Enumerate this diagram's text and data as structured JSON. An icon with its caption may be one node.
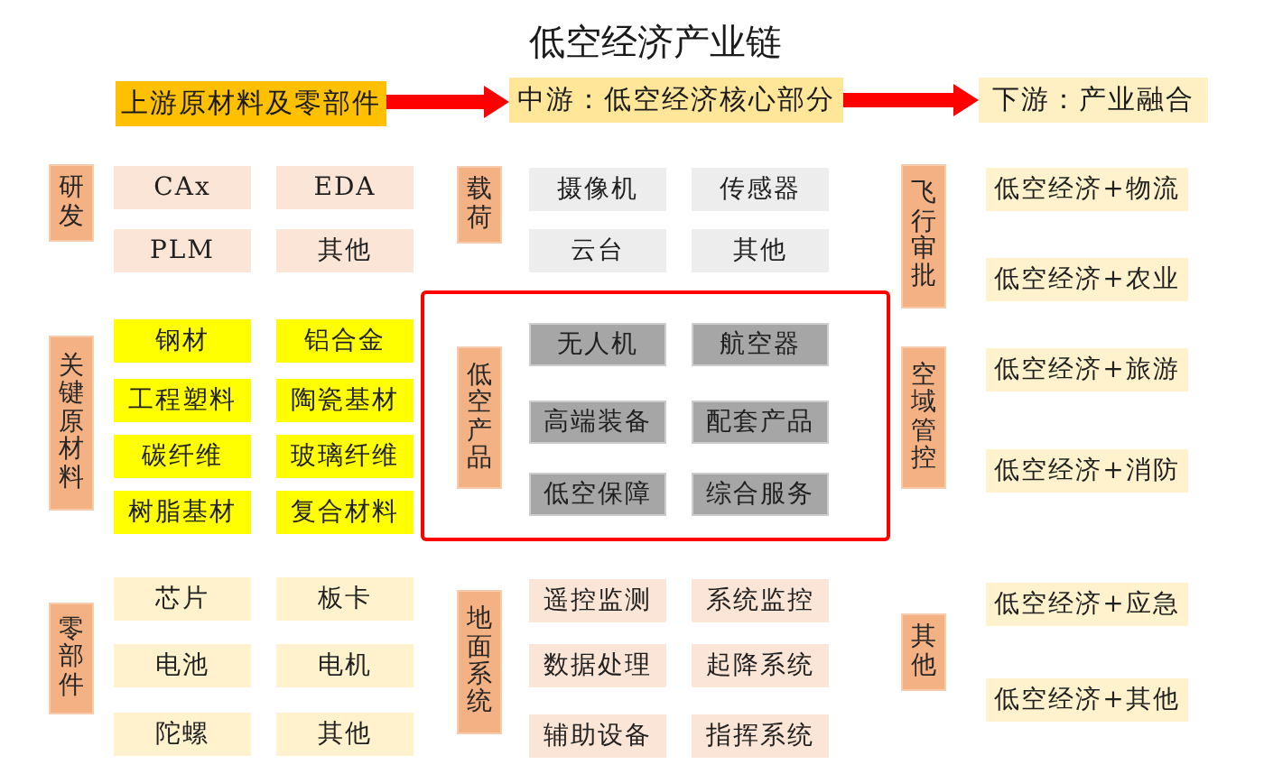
{
  "diagram": {
    "title": "低空经济产业链",
    "nodes": [
      {
        "text": [
          "上游原材料及零部件"
        ]
      },
      {
        "text": [
          "中游：低空经济核心部分"
        ]
      },
      {
        "text": [
          "下游：产业融合"
        ]
      },
      {
        "text": [
          "研发"
        ]
      },
      {
        "text": [
          "CAx"
        ]
      },
      {
        "text": [
          "EDA"
        ]
      },
      {
        "text": [
          "PLM"
        ]
      },
      {
        "text": [
          "其他"
        ]
      },
      {
        "text": [
          "关键原材料"
        ]
      },
      {
        "text": [
          "钢材"
        ]
      },
      {
        "text": [
          "铝合金"
        ]
      },
      {
        "text": [
          "工程塑料"
        ]
      },
      {
        "text": [
          "陶瓷基材"
        ]
      },
      {
        "text": [
          "碳纤维"
        ]
      },
      {
        "text": [
          "玻璃纤维"
        ]
      },
      {
        "text": [
          "树脂基材"
        ]
      },
      {
        "text": [
          "复合材料"
        ]
      },
      {
        "text": [
          "零部件"
        ]
      },
      {
        "text": [
          "芯片"
        ]
      },
      {
        "text": [
          "板卡"
        ]
      },
      {
        "text": [
          "电池"
        ]
      },
      {
        "text": [
          "电机"
        ]
      },
      {
        "text": [
          "陀螺"
        ]
      },
      {
        "text": [
          "其他"
        ]
      },
      {
        "text": [
          "载荷"
        ]
      },
      {
        "text": [
          "摄像机"
        ]
      },
      {
        "text": [
          "传感器"
        ]
      },
      {
        "text": [
          "云台"
        ]
      },
      {
        "text": [
          "其他"
        ]
      },
      {
        "text": [],
        "shape": "box"
      },
      {
        "text": [
          "低空产品"
        ],
        "in": 29
      },
      {
        "text": [
          "无人机"
        ],
        "in": 29
      },
      {
        "text": [
          "航空器"
        ],
        "in": 29
      },
      {
        "text": [
          "高端装备"
        ],
        "in": 29
      },
      {
        "text": [
          "配套产品"
        ],
        "in": 29
      },
      {
        "text": [
          "低空保障"
        ],
        "in": 29
      },
      {
        "text": [
          "综合服务"
        ],
        "in": 29
      },
      {
        "text": [
          "地面系统"
        ]
      },
      {
        "text": [
          "遥控监测"
        ]
      },
      {
        "text": [
          "系统监控"
        ]
      },
      {
        "text": [
          "数据处理"
        ]
      },
      {
        "text": [
          "起降系统"
        ]
      },
      {
        "text": [
          "辅助设备"
        ]
      },
      {
        "text": [
          "指挥系统"
        ]
      },
      {
        "text": [
          "飞行审批"
        ]
      },
      {
        "text": [
          "低空经济+物流"
        ]
      },
      {
        "text": [
          "低空经济+农业"
        ]
      },
      {
        "text": [
          "空域管控"
        ]
      },
      {
        "text": [
          "低空经济+旅游"
        ]
      },
      {
        "text": [
          "低空经济+消防"
        ]
      },
      {
        "text": [
          "其他"
        ]
      },
      {
        "text": [
          "低空经济+应急"
        ]
      },
      {
        "text": [
          "低空经济+其他"
        ]
      }
    ],
    "edges": [
      {
        "from": 0,
        "to": 1,
        "arrow": "to"
      },
      {
        "from": 1,
        "to": 2,
        "arrow": "to"
      }
    ]
  }
}
